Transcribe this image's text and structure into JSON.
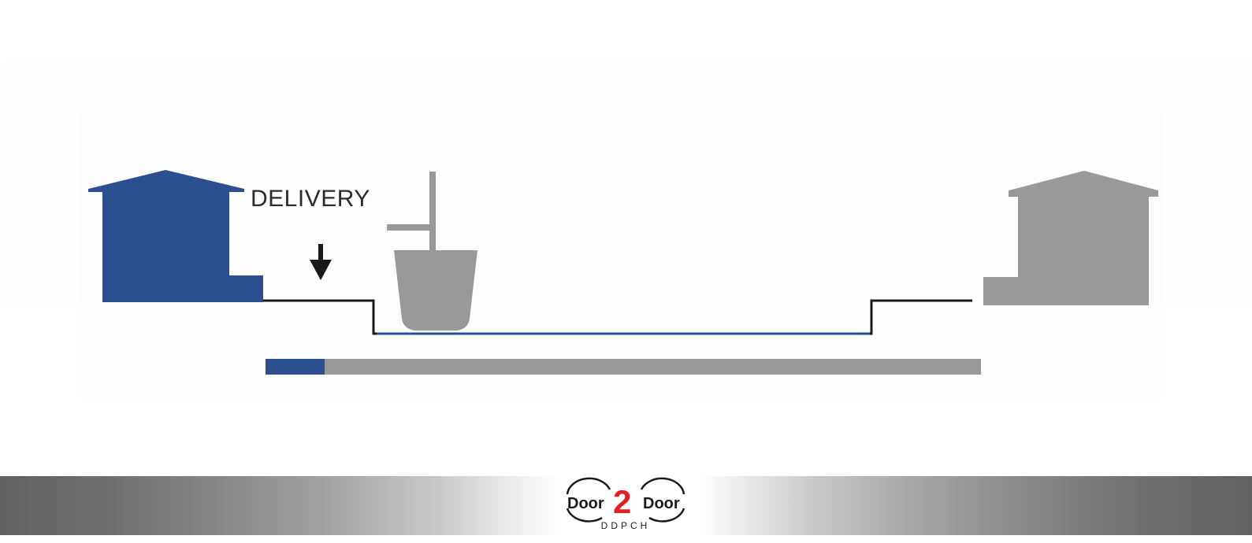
{
  "diagram": {
    "title_label": "DELIVERY",
    "elements": {
      "origin_house": {
        "label": "Origin house",
        "color": "#2c4f8f"
      },
      "destination_house": {
        "label": "Destination house",
        "color": "#999999"
      },
      "delivery_arrow": {
        "label": "Delivery point arrow",
        "color": "#1a1a1a"
      },
      "plunger_bucket": {
        "label": "Bucket with plunger",
        "color": "#999999"
      },
      "route_path": {
        "outer_color": "#1a1a1a",
        "channel_color": "#2c4f8f"
      },
      "progress_bar": {
        "progress_color": "#2c4f8f",
        "track_color": "#999999",
        "progress_percent": 8
      }
    }
  },
  "footer": {
    "brand": {
      "word_left": "Door",
      "numeral": "2",
      "word_right": "Door",
      "subtitle": "DDPCH",
      "accent_color": "#e31e24",
      "text_color": "#1a1a1a"
    },
    "gradient": {
      "edge_color": "#616161",
      "center_color": "#ffffff"
    }
  }
}
